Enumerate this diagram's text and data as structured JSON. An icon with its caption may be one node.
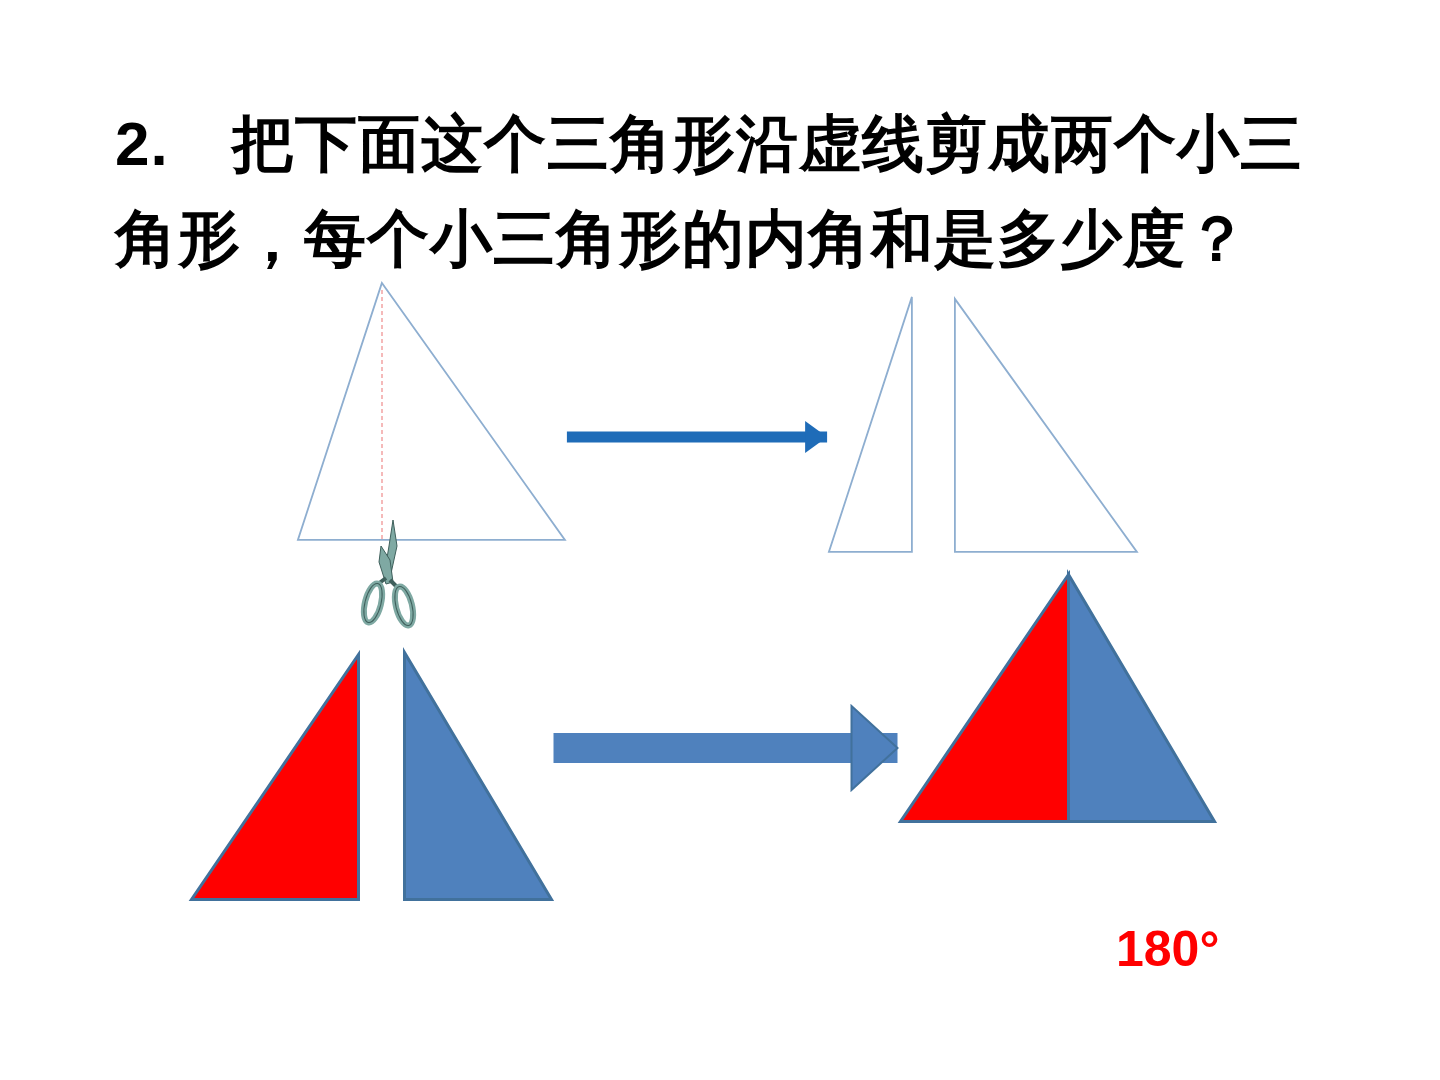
{
  "diagram": {
    "title": "2.　把下面这个三角形沿虚线剪成两个小三角形，每个小三角形的内角和是多少度？",
    "nodes": [
      {
        "text": [],
        "shape": "triangle"
      },
      {
        "text": [],
        "shape": "triangle"
      },
      {
        "text": [],
        "shape": "triangle"
      },
      {
        "text": [],
        "shape": "triangle"
      },
      {
        "text": [],
        "shape": "triangle"
      },
      {
        "text": [],
        "shape": "triangle"
      }
    ],
    "edges": [
      {
        "from": 0,
        "to": 1,
        "arrow": "to"
      },
      {
        "from": 4,
        "to": 5,
        "arrow": "to",
        "style": "thick",
        "color": "#4f81bd"
      }
    ],
    "labels": [
      "180°"
    ]
  }
}
